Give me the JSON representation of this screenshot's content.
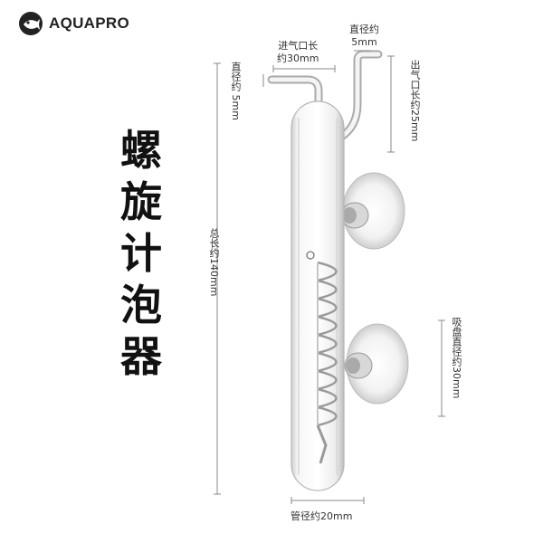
{
  "brand": {
    "name": "AQUAPRO",
    "logo_icon": "fish-logo-icon"
  },
  "title": [
    "螺",
    "旋",
    "计",
    "泡",
    "器"
  ],
  "dimensions": {
    "inlet_length": {
      "line1": "进气口长",
      "line2": "约30mm"
    },
    "top_diameter": {
      "line1": "直径约",
      "line2": "5mm"
    },
    "inlet_diameter": {
      "line1": "直径约",
      "line2": "5mm"
    },
    "outlet_length": "出气口长约25mm",
    "total_length": "总长约140mm",
    "suction_cup_diameter": "吸盘直径约30mm",
    "tube_diameter": "管径约20mm"
  }
}
